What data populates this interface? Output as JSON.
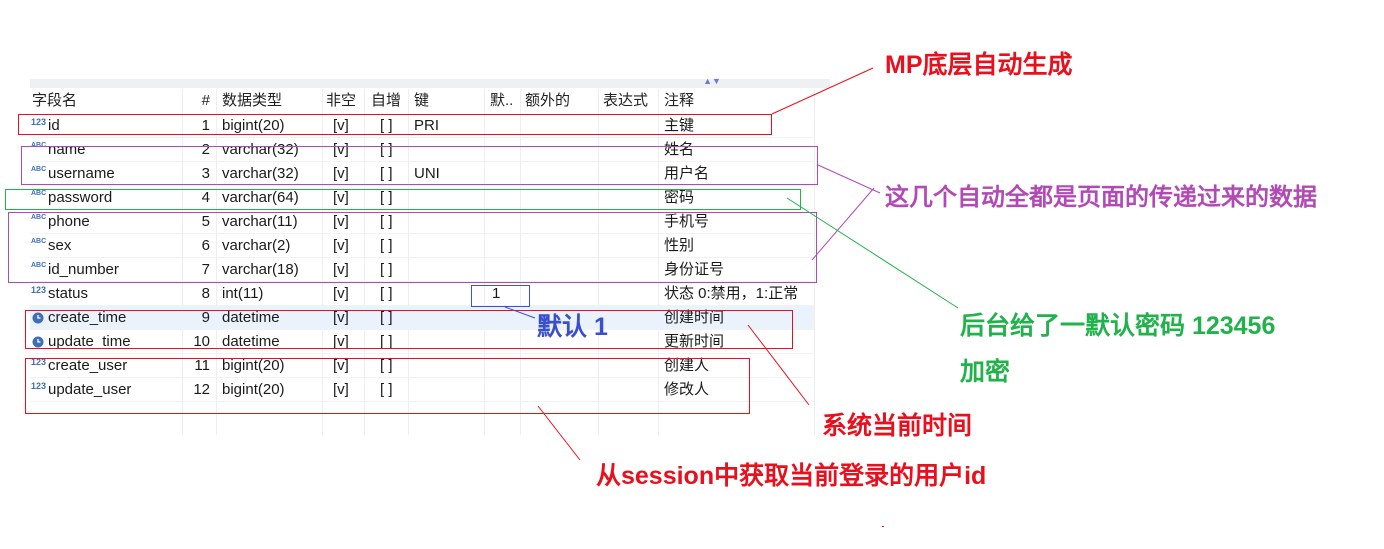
{
  "columns": {
    "field_name": "字段名",
    "index": "#",
    "data_type": "数据类型",
    "not_null": "非空",
    "auto_increment": "自增",
    "key": "键",
    "default": "默..",
    "extra": "额外的",
    "expression": "表达式",
    "comment": "注释"
  },
  "rows": [
    {
      "icon": "123",
      "name": "id",
      "num": "1",
      "type": "bigint(20)",
      "not_null": "[v]",
      "auto_inc": "[ ]",
      "key": "PRI",
      "default": "",
      "comment": "主键"
    },
    {
      "icon": "ABC",
      "name": "name",
      "num": "2",
      "type": "varchar(32)",
      "not_null": "[v]",
      "auto_inc": "[ ]",
      "key": "",
      "default": "",
      "comment": "姓名"
    },
    {
      "icon": "ABC",
      "name": "username",
      "num": "3",
      "type": "varchar(32)",
      "not_null": "[v]",
      "auto_inc": "[ ]",
      "key": "UNI",
      "default": "",
      "comment": "用户名"
    },
    {
      "icon": "ABC",
      "name": "password",
      "num": "4",
      "type": "varchar(64)",
      "not_null": "[v]",
      "auto_inc": "[ ]",
      "key": "",
      "default": "",
      "comment": "密码"
    },
    {
      "icon": "ABC",
      "name": "phone",
      "num": "5",
      "type": "varchar(11)",
      "not_null": "[v]",
      "auto_inc": "[ ]",
      "key": "",
      "default": "",
      "comment": "手机号"
    },
    {
      "icon": "ABC",
      "name": "sex",
      "num": "6",
      "type": "varchar(2)",
      "not_null": "[v]",
      "auto_inc": "[ ]",
      "key": "",
      "default": "",
      "comment": "性别"
    },
    {
      "icon": "ABC",
      "name": "id_number",
      "num": "7",
      "type": "varchar(18)",
      "not_null": "[v]",
      "auto_inc": "[ ]",
      "key": "",
      "default": "",
      "comment": "身份证号"
    },
    {
      "icon": "123",
      "name": "status",
      "num": "8",
      "type": "int(11)",
      "not_null": "[v]",
      "auto_inc": "[ ]",
      "key": "",
      "default": "1",
      "comment": "状态 0:禁用，1:正常"
    },
    {
      "icon": "clock",
      "name": "create_time",
      "num": "9",
      "type": "datetime",
      "not_null": "[v]",
      "auto_inc": "[ ]",
      "key": "",
      "default": "",
      "comment": "创建时间"
    },
    {
      "icon": "clock",
      "name": "update_time",
      "num": "10",
      "type": "datetime",
      "not_null": "[v]",
      "auto_inc": "[ ]",
      "key": "",
      "default": "",
      "comment": "更新时间"
    },
    {
      "icon": "123",
      "name": "create_user",
      "num": "11",
      "type": "bigint(20)",
      "not_null": "[v]",
      "auto_inc": "[ ]",
      "key": "",
      "default": "",
      "comment": "创建人"
    },
    {
      "icon": "123",
      "name": "update_user",
      "num": "12",
      "type": "bigint(20)",
      "not_null": "[v]",
      "auto_inc": "[ ]",
      "key": "",
      "default": "",
      "comment": "修改人"
    }
  ],
  "selected_row": "create_time",
  "annotations": {
    "mp_auto": "MP底层自动生成",
    "from_page": "这几个自动全都是页面的传递过来的数据",
    "default_one": "默认 1",
    "default_password_line1": "后台给了一默认密码 123456",
    "default_password_line2": "加密",
    "system_time": "系统当前时间",
    "session_user": "从session中获取当前登录的用户id"
  },
  "colors": {
    "red": "#e8101c",
    "purple": "#b24ab5",
    "green": "#22b24c",
    "blue": "#3a4fd0",
    "icon_blue": "#3f6fb3"
  }
}
